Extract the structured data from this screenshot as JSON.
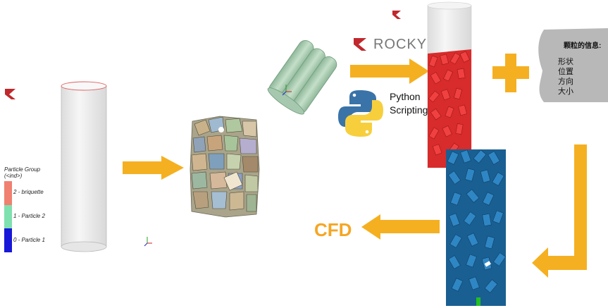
{
  "legend": {
    "title": "Particle Group\n(<ind>)",
    "items": [
      {
        "label": "2 - briquette",
        "color": "#f08070"
      },
      {
        "label": "1 - Particle 2",
        "color": "#7fe0b0"
      },
      {
        "label": "0 - Particle 1",
        "color": "#1818d8"
      }
    ]
  },
  "rocky_label": "ROCKY",
  "python_label": [
    "Python",
    "Scripting"
  ],
  "cfd_label": "CFD",
  "info_box": {
    "title": "颗粒的信息:",
    "items": [
      "形状",
      "位置",
      "方向",
      "大小"
    ]
  },
  "colors": {
    "arrow": "#f5b021",
    "particles_red": "#e03030",
    "particles_blue": "#1e6fa8",
    "rocky_logo": "#c0282d",
    "legend_box_fill": "#b8b8b8"
  },
  "icons": [
    "rocky-logo-icon",
    "python-logo-icon",
    "axis-triad-icon",
    "plus-icon"
  ]
}
